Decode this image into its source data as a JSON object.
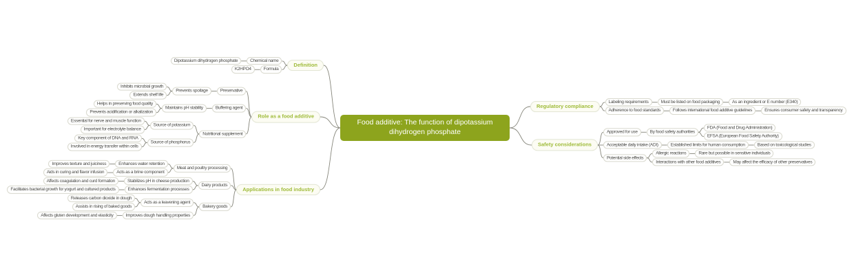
{
  "central": "Food additive: The function of dipotassium dihydrogen phosphate",
  "colors": {
    "central_bg": "#8da41d",
    "branch_label_text": "#9fbb39",
    "branch_label_bg": "#fcfcf3",
    "node_border": "#d9d9ce",
    "node_text": "#4a4a46",
    "connector": "#85857a",
    "background": "#ffffff"
  },
  "definition": {
    "label": "Definition",
    "chemical_name": "Chemical name",
    "chemical_name_value": "Dipotassium dihydrogen phosphate",
    "formula": "Formula",
    "formula_value": "K2HPO4"
  },
  "role": {
    "label": "Role as a food additive",
    "preservative": "Preservative",
    "prevents_spoilage": "Prevents spoilage",
    "inhibits_microbial_growth": "Inhibits microbial growth",
    "extends_shelf_life": "Extends shelf life",
    "buffering_agent": "Buffering agent",
    "maintains_ph": "Maintains pH stability",
    "preserving_quality": "Helps in preserving food quality",
    "prevents_acidification": "Prevents acidification or alkalization",
    "nutritional_supplement": "Nutritional supplement",
    "potassium": "Source of potassium",
    "nerve_muscle": "Essential for nerve and muscle function",
    "electrolyte": "Important for electrolyte balance",
    "phosphorus": "Source of phosphorus",
    "dna_rna": "Key component of DNA and RNA",
    "energy_transfer": "Involved in energy transfer within cells"
  },
  "applications": {
    "label": "Applications in food industry",
    "meat": "Meat and poultry processing",
    "water_retention": "Enhances water retention",
    "texture": "Improves texture and juiciness",
    "brine": "Acts as a brine component",
    "curing": "Aids in curing and flavor infusion",
    "dairy": "Dairy products",
    "cheese_ph": "Stabilizes pH in cheese production",
    "coagulation": "Affects coagulation and curd formation",
    "fermentation": "Enhances fermentation processes",
    "bacterial_growth": "Facilitates bacterial growth for yogurt and cultured products",
    "bakery": "Bakery goods",
    "leavening": "Acts as a leavening agent",
    "co2": "Releases carbon dioxide in dough",
    "rising": "Assists in rising of baked goods",
    "dough_handling": "Improves dough handling properties",
    "gluten": "Affects gluten development and elasticity"
  },
  "regulatory": {
    "label": "Regulatory compliance",
    "labeling": "Labeling requirements",
    "listed": "Must be listed on food packaging",
    "e_number": "As an ingredient or E number (E340)",
    "standards": "Adherence to food standards",
    "guidelines": "Follows international food additive guidelines",
    "transparency": "Ensures consumer safety and transparency"
  },
  "safety": {
    "label": "Safety considerations",
    "approved": "Approved for use",
    "authorities": "By food safety authorities",
    "fda": "FDA (Food and Drug Administration)",
    "efsa": "EFSA (European Food Safety Authority)",
    "adi": "Acceptable daily intake (ADI)",
    "limits": "Established limits for human consumption",
    "toxicological": "Based on toxicological studies",
    "side_effects": "Potential side effects",
    "allergic": "Allergic reactions",
    "rare": "Rare but possible in sensitive individuals",
    "interactions": "Interactions with other food additives",
    "efficacy": "May affect the efficacy of other preservatives"
  }
}
